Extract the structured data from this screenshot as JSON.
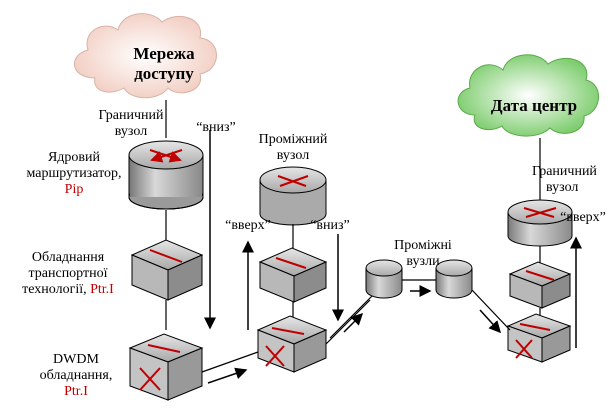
{
  "clouds": {
    "access_network": {
      "line1": "Мережа",
      "line2": "доступу"
    },
    "data_center": {
      "label": "Дата центр"
    }
  },
  "labels": {
    "edge_node_left": {
      "line1": "Граничний",
      "line2": "вузол"
    },
    "core_router": {
      "line1": "Ядровий",
      "line2": "маршрутизатор,",
      "tag": "Pip"
    },
    "transport_equipment": {
      "line1": "Обладнання",
      "line2": "транспортної",
      "line3": "технології,",
      "tag": "Ptr.I"
    },
    "dwdm_equipment": {
      "line1": "DWDM",
      "line2": "обладнання,",
      "tag": "Ptr.I"
    },
    "intermediate_node": {
      "line1": "Проміжний",
      "line2": "вузол"
    },
    "intermediate_nodes": {
      "line1": "Проміжні",
      "line2": "вузли"
    },
    "edge_node_right": {
      "line1": "Граничний",
      "line2": "вузол"
    },
    "down_left": "“вниз”",
    "up_middle": "“вверх”",
    "down_middle": "“вниз”",
    "up_right": "“вверх”"
  },
  "colors": {
    "cloud_access": "#f3d6cc",
    "cloud_datacenter": "#8fd47c",
    "device_gray": "#c8c8c8",
    "device_dark": "#808080",
    "arrow_red": "#c00000",
    "tag_red": "#c00000"
  }
}
